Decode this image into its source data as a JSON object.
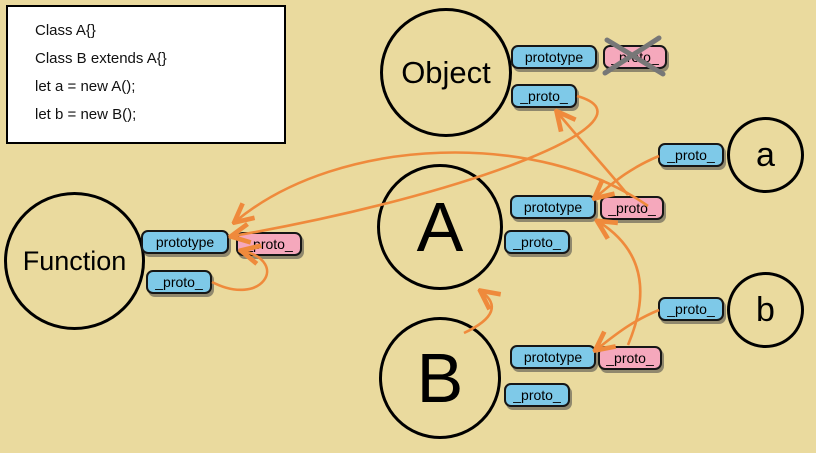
{
  "colors": {
    "background": "#EADA9E",
    "tag_blue": "#7EC9E8",
    "tag_pink": "#F5A8BC",
    "arrow": "#EF8A3C",
    "cross": "#777777"
  },
  "code_box": {
    "lines": [
      "Class A{}",
      "Class B extends A{}",
      "let a = new A();",
      "let b = new B();"
    ]
  },
  "labels": {
    "prototype": "prototype",
    "proto": "_proto_"
  },
  "nodes": {
    "object": {
      "label": "Object"
    },
    "function": {
      "label": "Function"
    },
    "class_a": {
      "label": "A"
    },
    "class_b": {
      "label": "B"
    },
    "instance_a": {
      "label": "a"
    },
    "instance_b": {
      "label": "b"
    }
  },
  "edges": [
    {
      "from": "Object._proto_",
      "to": "Function.prototype"
    },
    {
      "from": "A._proto_",
      "to": "Function.prototype"
    },
    {
      "from": "A.prototype._proto_",
      "to": "Object.prototype"
    },
    {
      "from": "B.prototype._proto_",
      "to": "A.prototype"
    },
    {
      "from": "B",
      "to": "A"
    },
    {
      "from": "a._proto_",
      "to": "A.prototype"
    },
    {
      "from": "b._proto_",
      "to": "B.prototype"
    },
    {
      "from": "Function._proto_",
      "to": "Function.prototype"
    }
  ],
  "annotations": [
    {
      "type": "cross-out",
      "target": "Object.prototype._proto_"
    }
  ]
}
